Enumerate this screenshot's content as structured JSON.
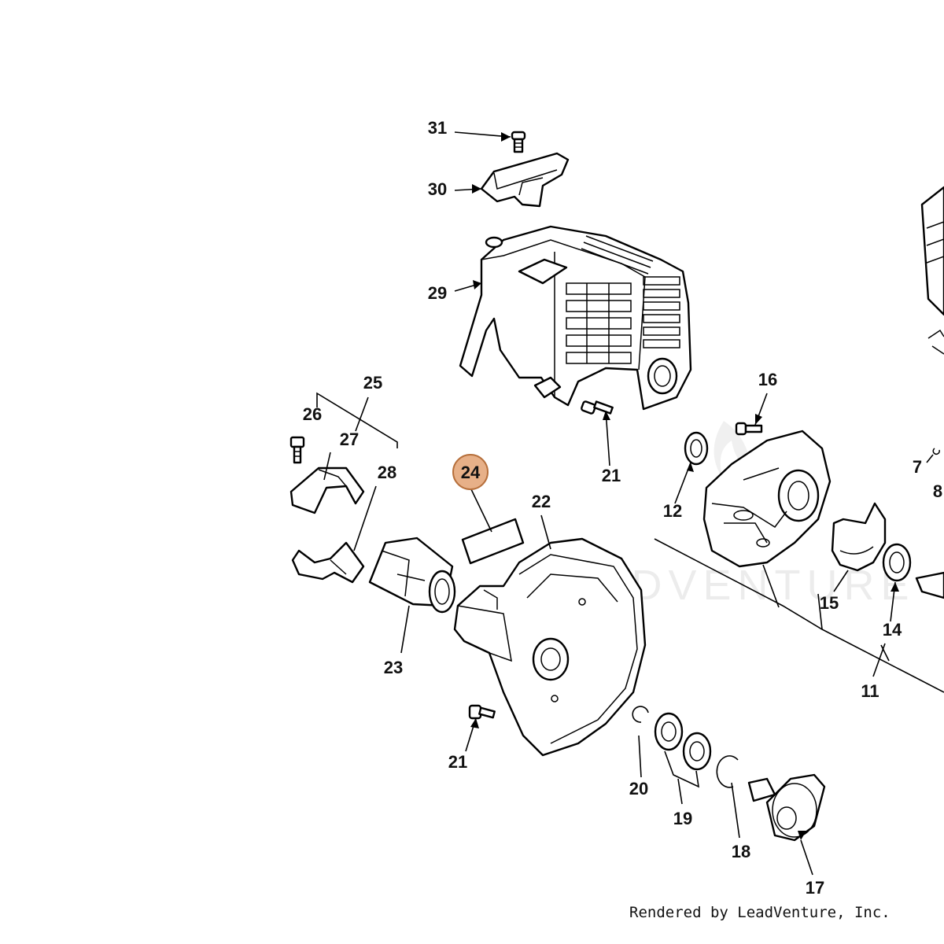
{
  "callouts": {
    "c31": "31",
    "c30": "30",
    "c29": "29",
    "c25": "25",
    "c26": "26",
    "c27": "27",
    "c28": "28",
    "c24": "24",
    "c22": "22",
    "c21a": "21",
    "c21b": "21",
    "c23": "23",
    "c16": "16",
    "c12": "12",
    "c7": "7",
    "c8": "8",
    "c15": "15",
    "c14": "14",
    "c11": "11",
    "c20": "20",
    "c19": "19",
    "c18": "18",
    "c17": "17"
  },
  "highlighted_part": "24",
  "highlight_color": "#e7b088",
  "watermark": "LEADVENTURE",
  "credit": "Rendered by LeadVenture, Inc."
}
